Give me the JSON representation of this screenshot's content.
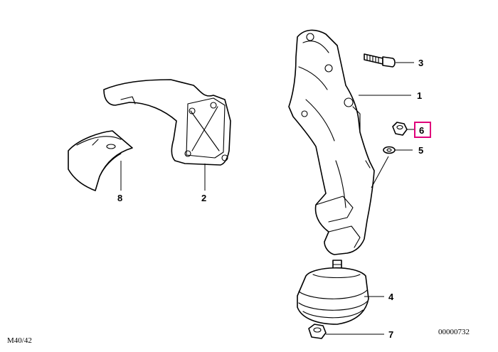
{
  "diagram_code": "M40/42",
  "image_number": "00000732",
  "callouts": [
    {
      "id": "1",
      "label": "1"
    },
    {
      "id": "2",
      "label": "2"
    },
    {
      "id": "3",
      "label": "3"
    },
    {
      "id": "4",
      "label": "4"
    },
    {
      "id": "5",
      "label": "5"
    },
    {
      "id": "6",
      "label": "6",
      "highlighted": true
    },
    {
      "id": "7",
      "label": "7"
    },
    {
      "id": "8",
      "label": "8"
    }
  ],
  "highlight_color": "#e0007a"
}
